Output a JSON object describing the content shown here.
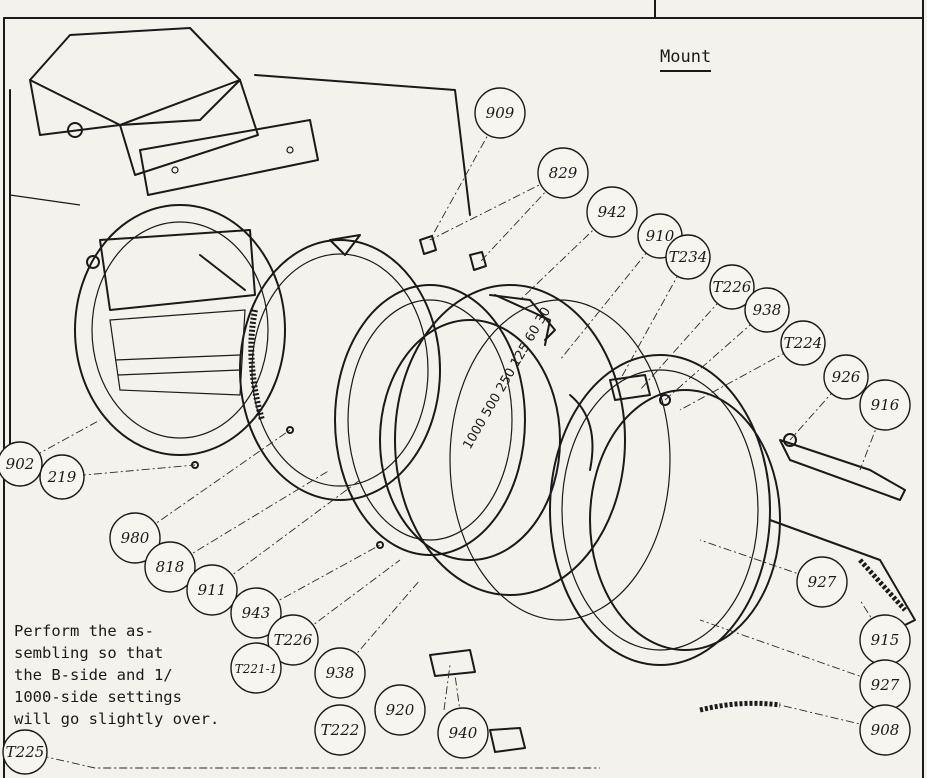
{
  "section_title": "Mount",
  "note": "Perform the as-\nsembling so that\nthe B-side and 1/\n1000-side settings\n      will go slightly over.",
  "dial_numbers": "1000  500  250  125  60  30",
  "callouts": [
    {
      "id": "c909",
      "label": "909"
    },
    {
      "id": "c829",
      "label": "829"
    },
    {
      "id": "c942",
      "label": "942"
    },
    {
      "id": "c910",
      "label": "910"
    },
    {
      "id": "cT234",
      "label": "T234"
    },
    {
      "id": "cT226a",
      "label": "T226"
    },
    {
      "id": "c938a",
      "label": "938"
    },
    {
      "id": "cT224",
      "label": "T224"
    },
    {
      "id": "c926",
      "label": "926"
    },
    {
      "id": "c916",
      "label": "916"
    },
    {
      "id": "c902",
      "label": "902"
    },
    {
      "id": "c219",
      "label": "219"
    },
    {
      "id": "c980",
      "label": "980"
    },
    {
      "id": "c818",
      "label": "818"
    },
    {
      "id": "c911",
      "label": "911"
    },
    {
      "id": "c943",
      "label": "943"
    },
    {
      "id": "cT226b",
      "label": "T226"
    },
    {
      "id": "cT221",
      "label": "T221-1"
    },
    {
      "id": "c938b",
      "label": "938"
    },
    {
      "id": "c920",
      "label": "920"
    },
    {
      "id": "c940",
      "label": "940"
    },
    {
      "id": "cT222",
      "label": "T222"
    },
    {
      "id": "cT225",
      "label": "T225"
    },
    {
      "id": "c927a",
      "label": "927"
    },
    {
      "id": "c915",
      "label": "915"
    },
    {
      "id": "c927b",
      "label": "927"
    },
    {
      "id": "c908",
      "label": "908"
    }
  ]
}
